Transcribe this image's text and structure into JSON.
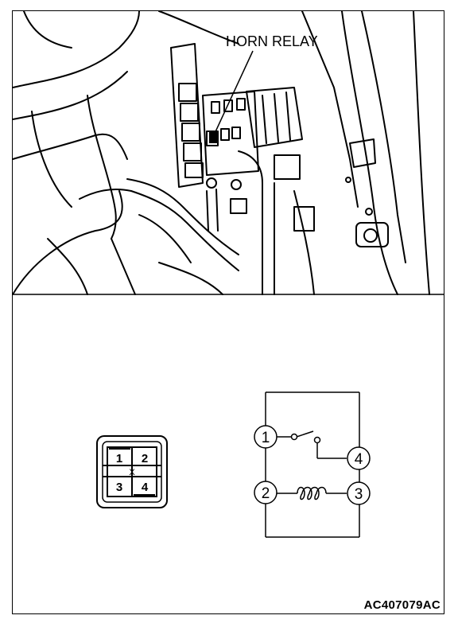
{
  "callout": {
    "label": "HORN RELAY"
  },
  "connector": {
    "pins": [
      "1",
      "2",
      "3",
      "4"
    ]
  },
  "schematic": {
    "terminals": [
      "1",
      "4",
      "2",
      "3"
    ]
  },
  "figure_id": "AC407079AC"
}
